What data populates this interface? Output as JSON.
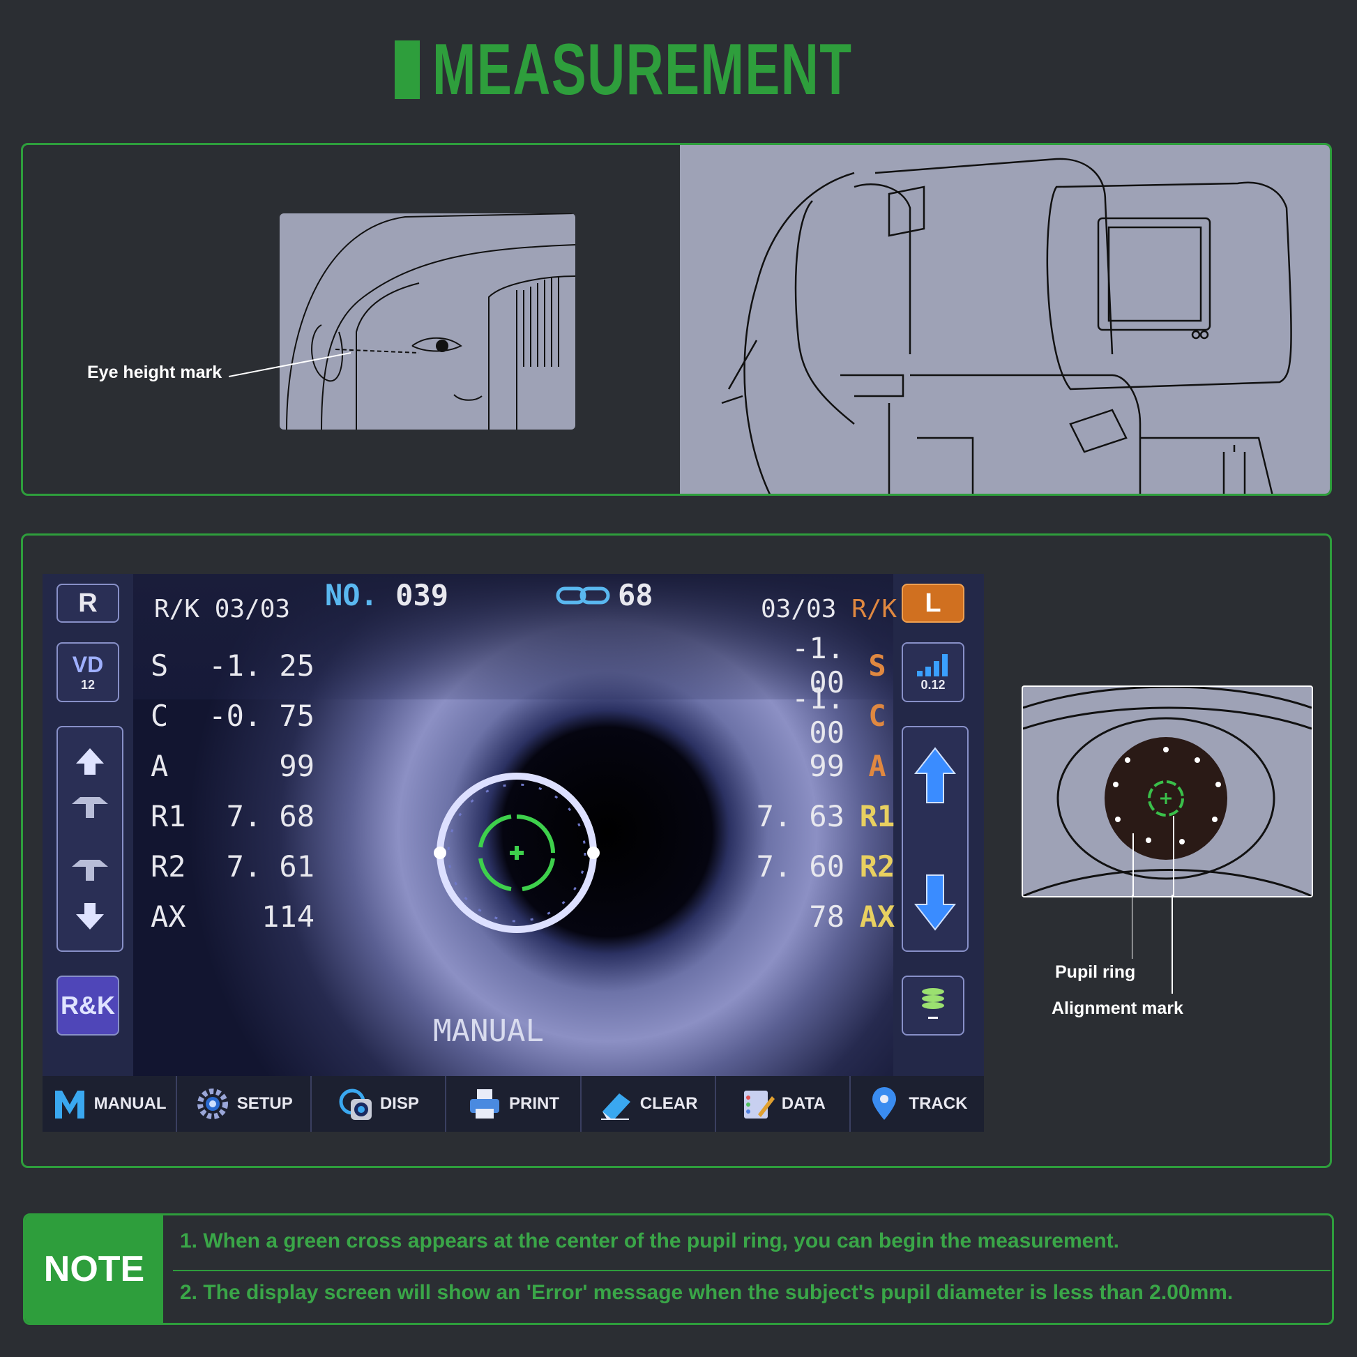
{
  "title": "MEASUREMENT",
  "panel1": {
    "eye_height_label": "Eye height mark"
  },
  "screen": {
    "left_button": "R",
    "vd_label": "VD",
    "vd_value": "12",
    "rk_button": "R&K",
    "right_button": "L",
    "sensitivity_value": "0.12",
    "number_label": "NO.",
    "number_value": "039",
    "link_value": "68",
    "mode_text": "MANUAL",
    "right_eye": {
      "header": "R/K 03/03",
      "rows": [
        {
          "label": "S",
          "value": "-1. 25"
        },
        {
          "label": "C",
          "value": "-0. 75"
        },
        {
          "label": "A",
          "value": "99"
        },
        {
          "label": "R1",
          "value": "7. 68"
        },
        {
          "label": "R2",
          "value": "7. 61"
        },
        {
          "label": "AX",
          "value": "114"
        }
      ]
    },
    "left_eye": {
      "header_count": "03/03",
      "header_mode": "R/K",
      "rows": [
        {
          "label": "S",
          "value": "-1. 00"
        },
        {
          "label": "C",
          "value": "-1. 00"
        },
        {
          "label": "A",
          "value": "99"
        },
        {
          "label": "R1",
          "value": "7. 63"
        },
        {
          "label": "R2",
          "value": "7. 60"
        },
        {
          "label": "AX",
          "value": "78"
        }
      ]
    },
    "toolbar": [
      "MANUAL",
      "SETUP",
      "DISP",
      "PRINT",
      "CLEAR",
      "DATA",
      "TRACK"
    ]
  },
  "diagram": {
    "pupil_ring_label": "Pupil ring",
    "alignment_mark_label": "Alignment mark"
  },
  "note": {
    "heading": "NOTE",
    "line1": "1. When a green cross appears at the center of the pupil ring, you can begin the measurement.",
    "line2": "2. The display screen will show an 'Error' message when the subject's pupil diameter is less than 2.00mm."
  },
  "colors": {
    "accent": "#2e9e3c",
    "background": "#2b2e33",
    "illustration": "#9ea2b6"
  }
}
